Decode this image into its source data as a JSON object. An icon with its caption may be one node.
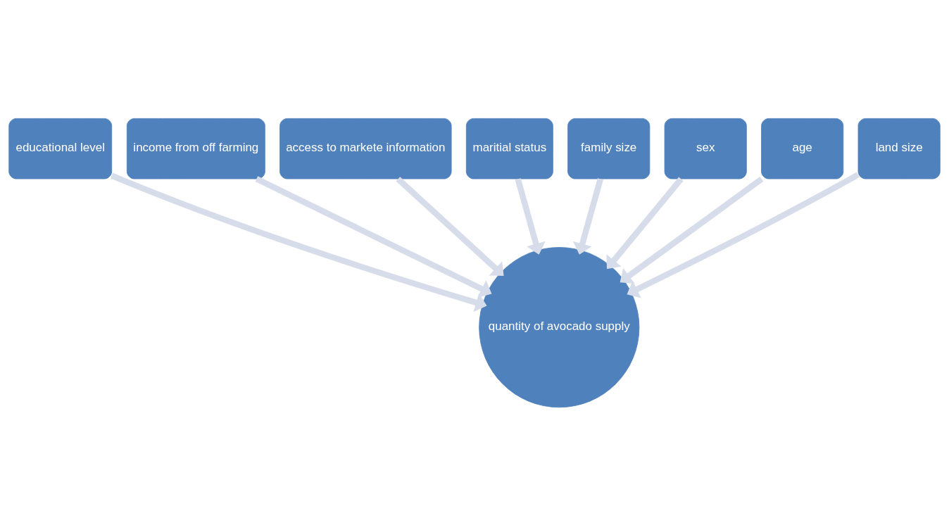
{
  "diagram": {
    "nodes": [
      {
        "text": [
          "educational level"
        ]
      },
      {
        "text": [
          "income from off farming"
        ]
      },
      {
        "text": [
          "access to markete information"
        ]
      },
      {
        "text": [
          "maritial status"
        ]
      },
      {
        "text": [
          "family size"
        ]
      },
      {
        "text": [
          "sex"
        ]
      },
      {
        "text": [
          "age"
        ]
      },
      {
        "text": [
          "land size"
        ]
      },
      {
        "text": [
          "quantity of avocado supply"
        ]
      }
    ],
    "edges": [
      {
        "from": 0,
        "to": 8,
        "arrow": "to"
      },
      {
        "from": 1,
        "to": 8,
        "arrow": "to"
      },
      {
        "from": 2,
        "to": 8,
        "arrow": "to"
      },
      {
        "from": 3,
        "to": 8,
        "arrow": "to"
      },
      {
        "from": 4,
        "to": 8,
        "arrow": "to"
      },
      {
        "from": 5,
        "to": 8,
        "arrow": "to"
      },
      {
        "from": 6,
        "to": 8,
        "arrow": "to"
      },
      {
        "from": 7,
        "to": 8,
        "arrow": "to"
      }
    ]
  }
}
